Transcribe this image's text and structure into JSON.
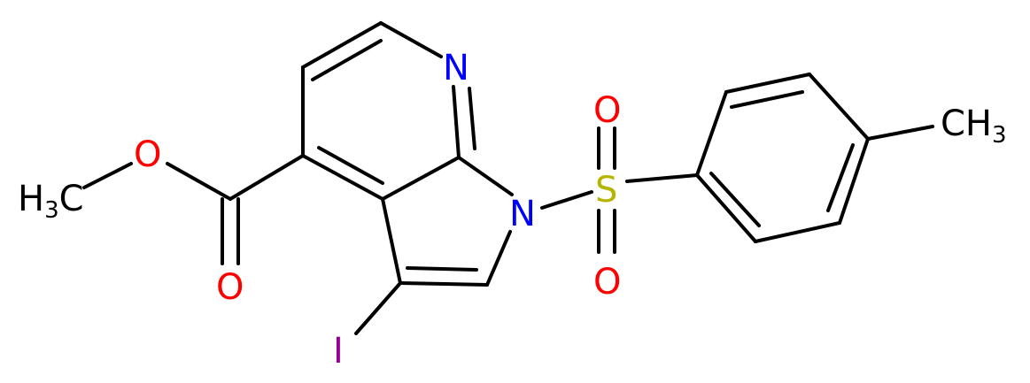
{
  "molecule": {
    "atoms": {
      "N_pyridine": {
        "text": "N",
        "color": "#0000ff"
      },
      "N_pyrrole": {
        "text": "N",
        "color": "#0000ff"
      },
      "S": {
        "text": "S",
        "color": "#b5b500"
      },
      "O_sulfonyl_top": {
        "text": "O",
        "color": "#ff0000"
      },
      "O_sulfonyl_bottom": {
        "text": "O",
        "color": "#ff0000"
      },
      "O_ester": {
        "text": "O",
        "color": "#ff0000"
      },
      "O_carbonyl": {
        "text": "O",
        "color": "#ff0000"
      },
      "I": {
        "text": "I",
        "color": "#940094"
      },
      "methyl_right": {
        "text": "CH",
        "sub": "3",
        "color": "#000000"
      },
      "methyl_left": {
        "text": "H",
        "sub": "3",
        "tail": "C",
        "color": "#000000"
      }
    },
    "bond_color": "#000000"
  }
}
